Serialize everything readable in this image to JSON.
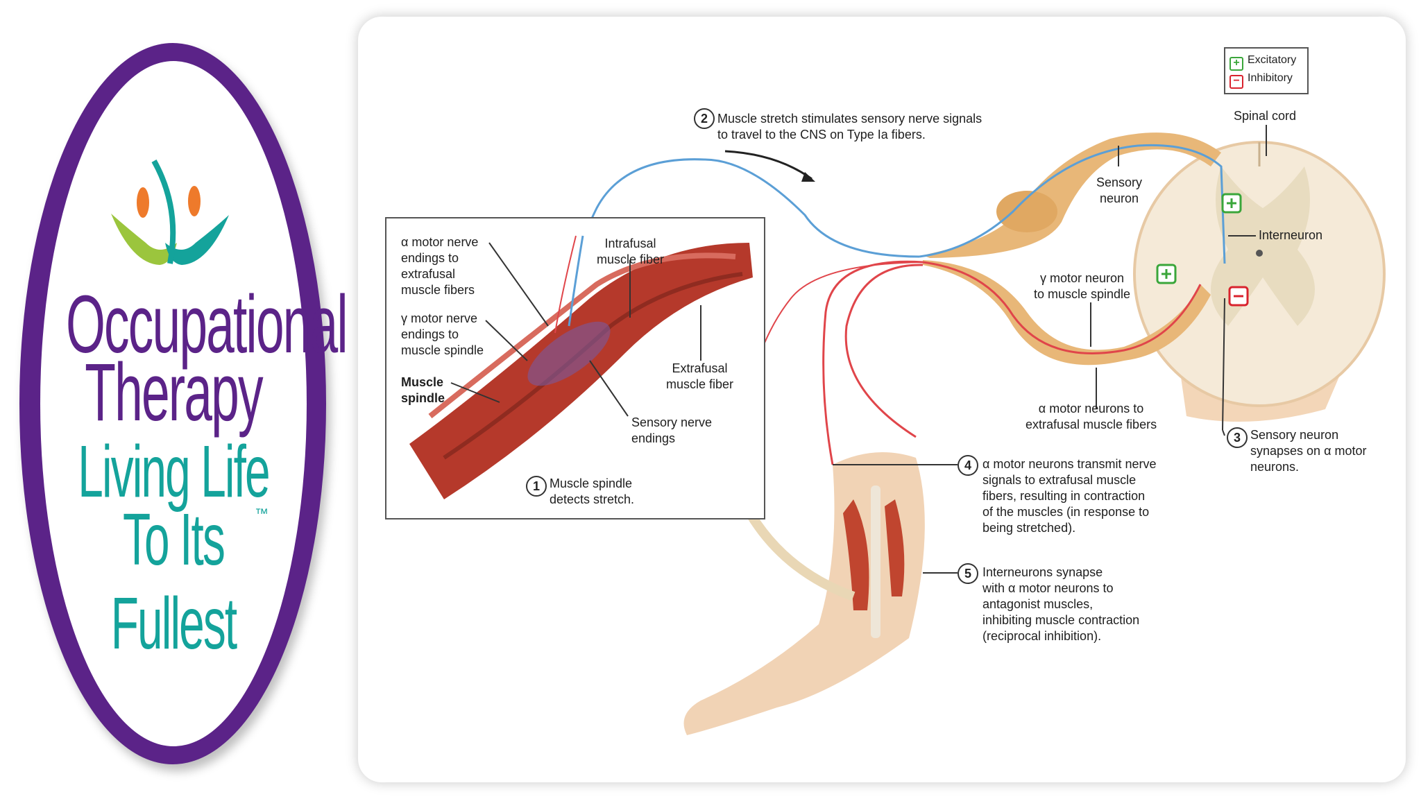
{
  "logo": {
    "line1": "Occupational",
    "line2": "Therapy",
    "line3": "Living Life",
    "line4": "To Its Fullest",
    "trademark": "™",
    "colors": {
      "ring": "#5b2388",
      "purple_text": "#5b2388",
      "teal_text": "#14a39b",
      "orange": "#ee7a2b",
      "green": "#9bc53d"
    }
  },
  "legend": {
    "excitatory": "Excitatory",
    "inhibitory": "Inhibitory",
    "excitatory_symbol": "+",
    "inhibitory_symbol": "−",
    "colors": {
      "excitatory": "#3aa63a",
      "inhibitory": "#d9232e"
    }
  },
  "labels": {
    "spinal_cord": "Spinal cord",
    "sensory_neuron": "Sensory\nneuron",
    "interneuron": "Interneuron",
    "gamma_motor_neuron": "γ motor neuron\nto muscle spindle",
    "alpha_motor_neurons": "α motor neurons to\nextrafusal muscle fibers",
    "alpha_nerve_endings": "α motor nerve\nendings to\nextrafusal\nmuscle fibers",
    "gamma_nerve_endings": "γ motor nerve\nendings to\nmuscle spindle",
    "muscle_spindle": "Muscle\nspindle",
    "intrafusal_fiber": "Intrafusal\nmuscle fiber",
    "extrafusal_fiber": "Extrafusal\nmuscle fiber",
    "sensory_endings": "Sensory nerve\nendings"
  },
  "steps": [
    {
      "num": "1",
      "text": "Muscle spindle\ndetects stretch."
    },
    {
      "num": "2",
      "text": "Muscle stretch stimulates sensory nerve signals\nto travel to the CNS on Type Ia fibers."
    },
    {
      "num": "3",
      "text": "Sensory neuron\nsynapses on α motor\nneurons."
    },
    {
      "num": "4",
      "text": "α motor neurons transmit nerve\nsignals to extrafusal muscle\nfibers, resulting in contraction\nof the muscles (in response to\nbeing stretched)."
    },
    {
      "num": "5",
      "text": "Interneurons synapse\nwith α motor neurons to\nantagonist muscles,\ninhibiting muscle contraction\n(reciprocal inhibition)."
    }
  ],
  "colors": {
    "sensory_nerve": "#5b9fd6",
    "motor_nerve": "#e0454a",
    "nerve_tan": "#e8b778",
    "muscle": "#b5392b",
    "skin": "#f1d3b5"
  }
}
